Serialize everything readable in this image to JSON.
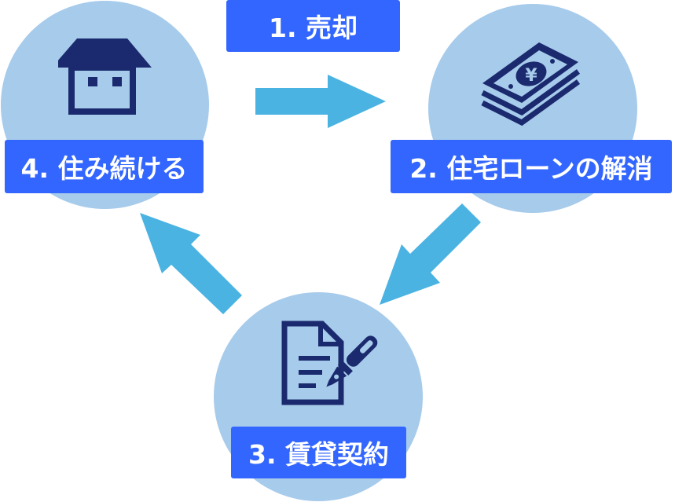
{
  "diagram": {
    "title": "Leaseback cycle",
    "steps": [
      {
        "number": "1.",
        "label": "1. 売却"
      },
      {
        "number": "2.",
        "label": "2. 住宅ローンの解消"
      },
      {
        "number": "3.",
        "label": "3. 賃貸契約"
      },
      {
        "number": "4.",
        "label": "4. 住み続ける"
      }
    ],
    "icons": {
      "step2": "money-stack-icon",
      "step3": "contract-pen-icon",
      "step4": "house-icon"
    },
    "currency_symbol": "¥",
    "colors": {
      "circle": "#a7cbeb",
      "label_bg": "#3366ff",
      "label_text": "#ffffff",
      "arrow": "#4ab3e2",
      "icon": "#1b2a6e"
    }
  }
}
